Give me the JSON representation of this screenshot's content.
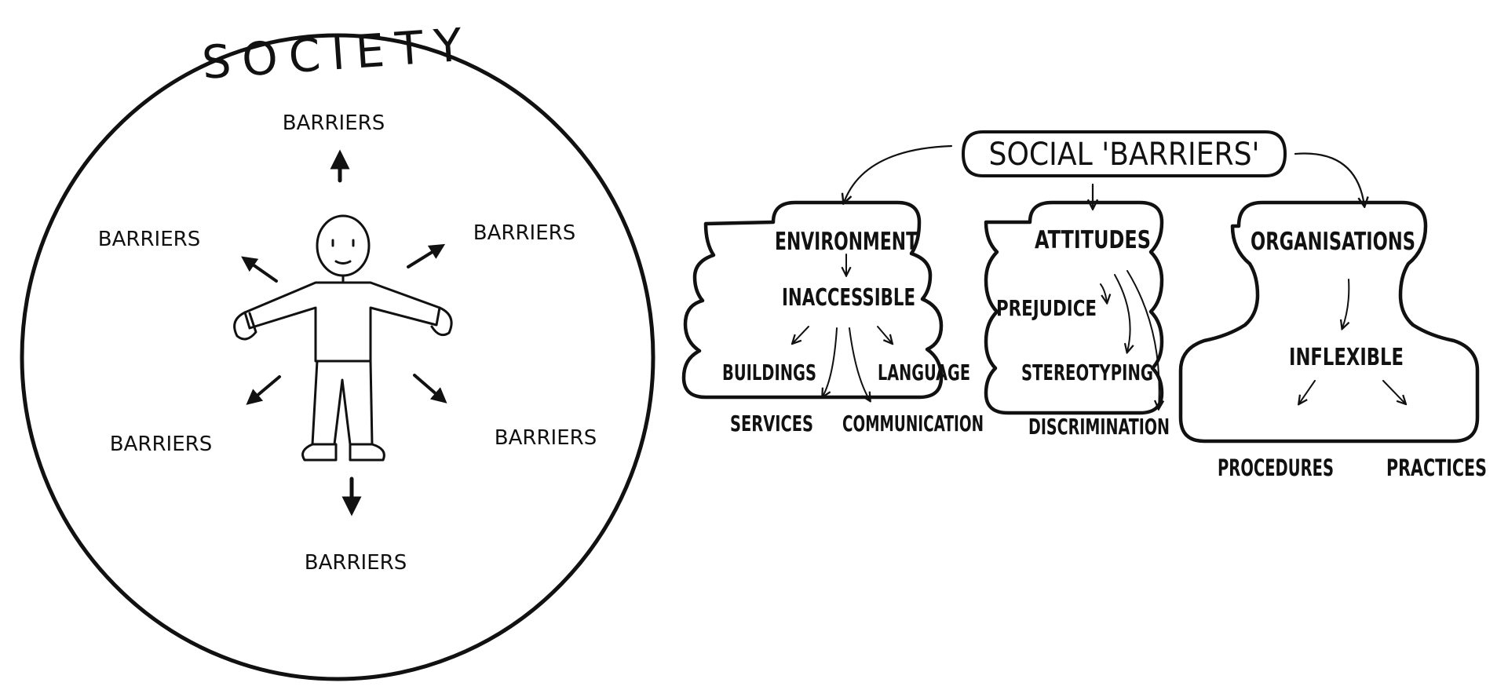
{
  "colors": {
    "ink": "#111111",
    "background": "#ffffff"
  },
  "society": {
    "title": "SOCIETY",
    "barrier_label": "BARRIERS",
    "barriers": [
      "BARRIERS",
      "BARRIERS",
      "BARRIERS",
      "BARRIERS",
      "BARRIERS",
      "BARRIERS"
    ]
  },
  "social_barriers": {
    "title": "SOCIAL 'BARRIERS'",
    "environment": {
      "heading": "ENVIRONMENT",
      "sub": "INACCESSIBLE",
      "items": [
        "BUILDINGS",
        "LANGUAGE",
        "SERVICES",
        "COMMUNICATION"
      ]
    },
    "attitudes": {
      "heading": "ATTITUDES",
      "items": [
        "PREJUDICE",
        "STEREOTYPING",
        "DISCRIMINATION"
      ]
    },
    "organisations": {
      "heading": "ORGANISATIONS",
      "sub": "INFLEXIBLE",
      "items": [
        "PROCEDURES",
        "PRACTICES"
      ]
    }
  }
}
